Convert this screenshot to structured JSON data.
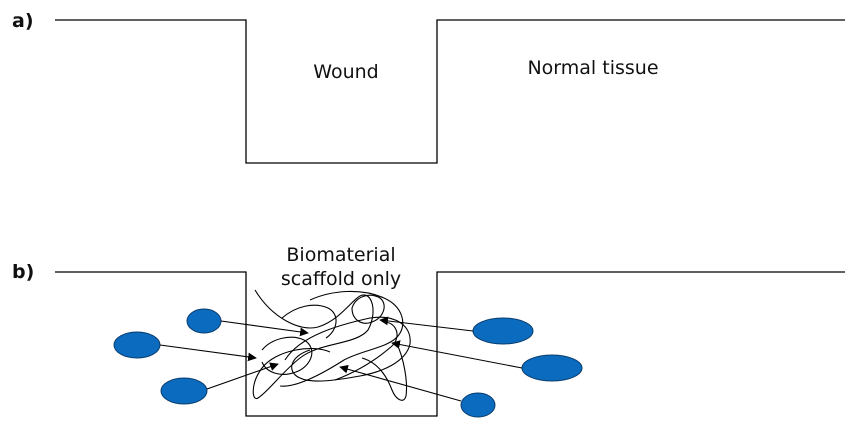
{
  "panel_a": {
    "label": "a)",
    "wound_label": "Wound",
    "tissue_label": "Normal tissue"
  },
  "panel_b": {
    "label": "b)",
    "scaffold_label_line1": "Biomaterial",
    "scaffold_label_line2": "scaffold only",
    "cell_color": "#0a6bbf",
    "cell_outline": "#0b3d6e"
  }
}
